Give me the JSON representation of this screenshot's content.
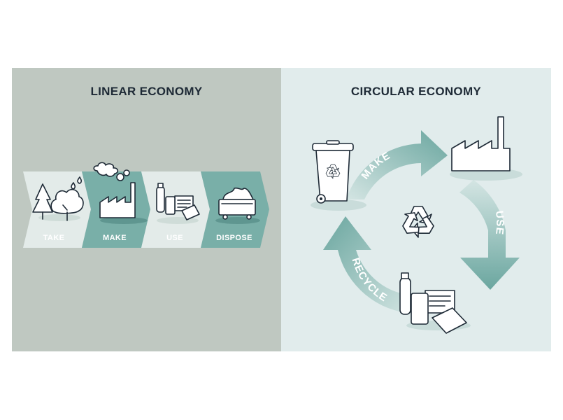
{
  "linear": {
    "title": "LINEAR ECONOMY",
    "steps": [
      "TAKE",
      "MAKE",
      "USE",
      "DISPOSE"
    ]
  },
  "circular": {
    "title": "CIRCULAR ECONOMY",
    "steps": [
      "MAKE",
      "USE",
      "RECYCLE"
    ]
  },
  "colors": {
    "linear_bg": "#bfc8c1",
    "circular_bg": "#e1ecec",
    "accent": "#79afa8",
    "light_chevron": "#e3ebe9",
    "ink": "#1e2a36"
  }
}
